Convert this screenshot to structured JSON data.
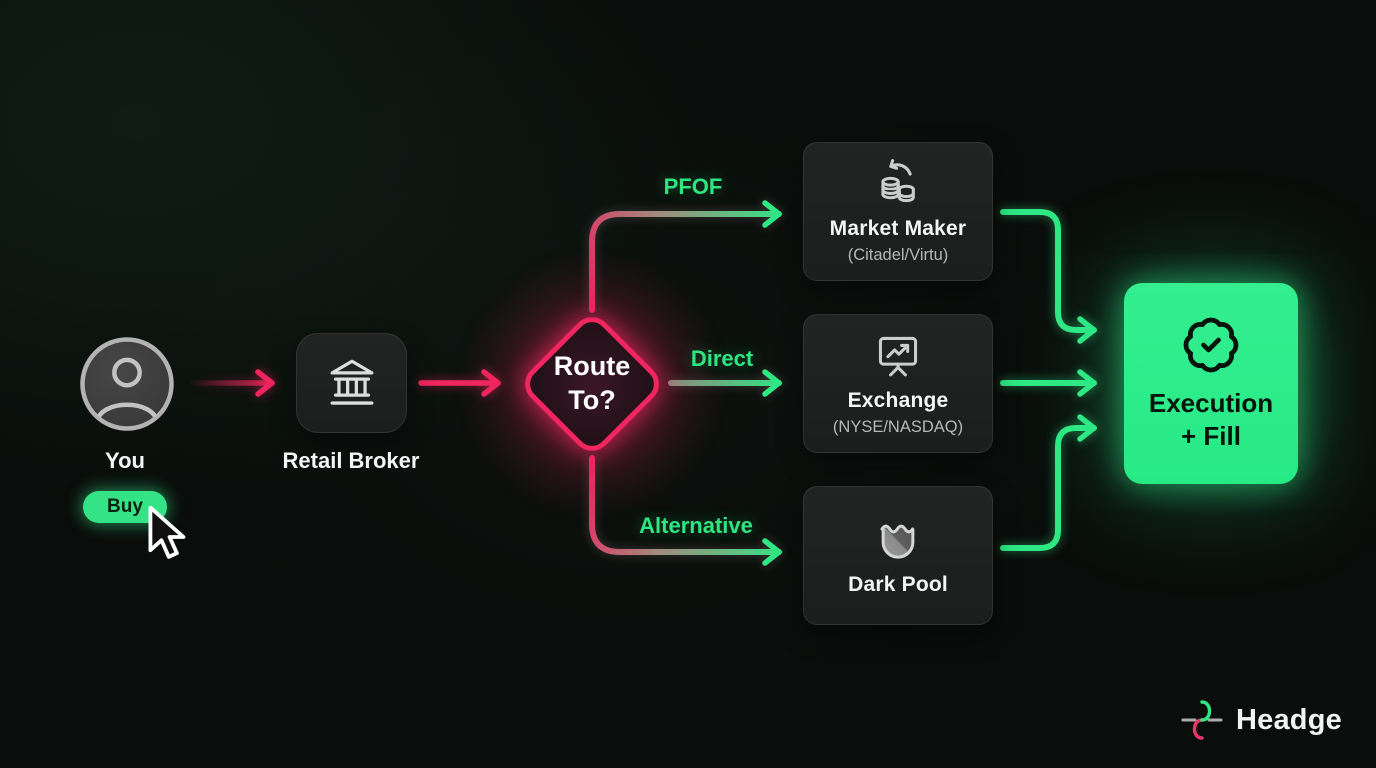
{
  "nodes": {
    "you": {
      "label": "You",
      "badge": "Buy"
    },
    "retail_broker": {
      "label": "Retail Broker"
    },
    "decision": {
      "line1": "Route",
      "line2": "To?"
    },
    "market_maker": {
      "title": "Market Maker",
      "subtitle": "(Citadel/Virtu)"
    },
    "exchange": {
      "title": "Exchange",
      "subtitle": "(NYSE/NASDAQ)"
    },
    "dark_pool": {
      "title": "Dark Pool"
    },
    "execution": {
      "line1": "Execution",
      "line2": "+ Fill"
    }
  },
  "branches": {
    "pfof": "PFOF",
    "direct": "Direct",
    "alternative": "Alternative"
  },
  "branding": {
    "name": "Headge"
  },
  "icons": {
    "you": "user-icon",
    "retail_broker": "bank-icon",
    "market_maker": "coins-refresh-icon",
    "exchange": "presentation-chart-icon",
    "dark_pool": "pool-icon",
    "execution": "badge-check-icon",
    "cursor": "cursor-icon",
    "logo": "sine-wave-logo-icon"
  },
  "colors": {
    "pink": "#f1265e",
    "green": "#2ee884",
    "execution_fill": "#2dee8b",
    "buy_fill": "#35e387",
    "card_bg": "#1e211f",
    "background": "#0a0d0b"
  }
}
